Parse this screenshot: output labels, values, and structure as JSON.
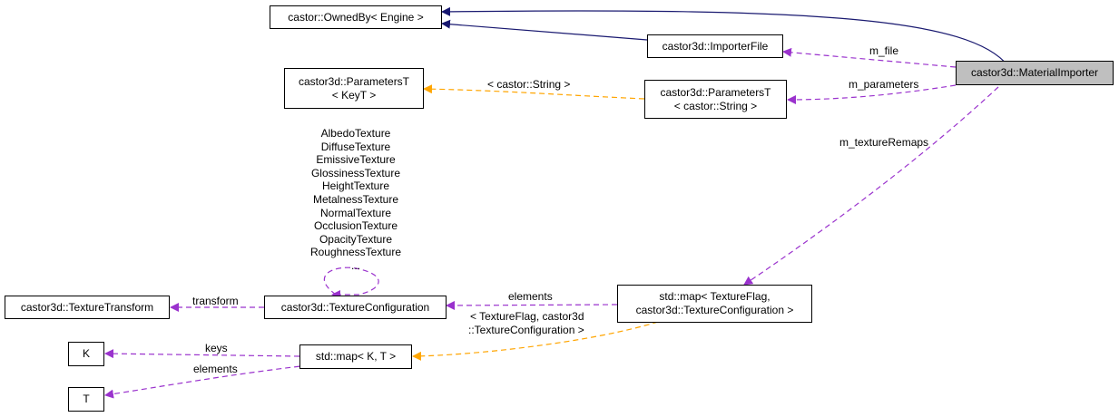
{
  "nodes": {
    "owned_by": "castor::OwnedBy< Engine >",
    "importer_file": "castor3d::ImporterFile",
    "material_importer": "castor3d::MaterialImporter",
    "params_keyt_1": "castor3d::ParametersT",
    "params_keyt_2": "< KeyT >",
    "params_string_1": "castor3d::ParametersT",
    "params_string_2": "< castor::String >",
    "texture_transform": "castor3d::TextureTransform",
    "texture_configuration": "castor3d::TextureConfiguration",
    "std_map_tex_1": "std::map< TextureFlag,",
    "std_map_tex_2": " castor3d::TextureConfiguration >",
    "std_map_kt": "std::map< K, T >",
    "k": "K",
    "t": "T"
  },
  "edge_labels": {
    "m_file": "m_file",
    "m_parameters": "m_parameters",
    "string_template": "< castor::String >",
    "m_texture_remaps": "m_textureRemaps",
    "elements_map": "elements",
    "transform": "transform",
    "tex_flag_template_1": "< TextureFlag, castor3d",
    "tex_flag_template_2": "::TextureConfiguration >",
    "keys": "keys",
    "elements_t": "elements"
  },
  "self_loop_labels": [
    "AlbedoTexture",
    "DiffuseTexture",
    "EmissiveTexture",
    "GlossinessTexture",
    "HeightTexture",
    "MetalnessTexture",
    "NormalTexture",
    "OcclusionTexture",
    "OpacityTexture",
    "RoughnessTexture",
    "..."
  ],
  "colors": {
    "inheritance": "#191970",
    "usage": "#9a32cd",
    "template": "#ffa500",
    "highlight_fill": "#bfbfbf"
  }
}
